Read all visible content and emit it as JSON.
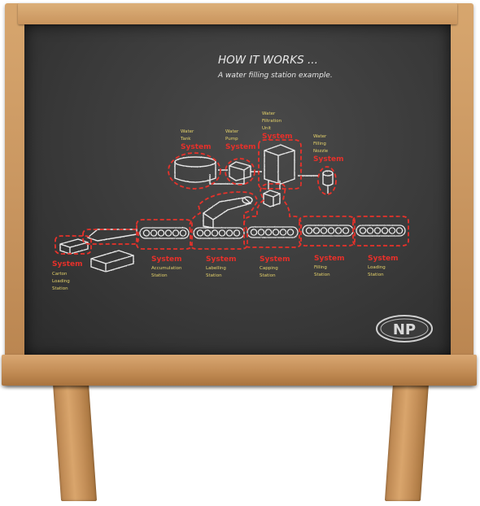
{
  "board": {
    "title": "HOW IT WORKS ...",
    "subtitle": "A water filling station example."
  },
  "colors": {
    "chalk": "#e8e8e8",
    "yellow": "#e6d36a",
    "red": "#e8302a"
  },
  "stations": [
    {
      "id": "water-tank",
      "caption": [
        "Water",
        "Tank"
      ],
      "label": "System"
    },
    {
      "id": "water-pump",
      "caption": [
        "Water",
        "Pump"
      ],
      "label": "System"
    },
    {
      "id": "water-filtration",
      "caption": [
        "Water",
        "Filtration",
        "Unit"
      ],
      "label": "System"
    },
    {
      "id": "water-filling-nozzle",
      "caption": [
        "Water",
        "Filling",
        "Nozzle"
      ],
      "label": "System"
    },
    {
      "id": "carton-loading",
      "caption": [
        "Carton",
        "Loading",
        "Station"
      ],
      "label": "System"
    },
    {
      "id": "accumulation",
      "caption": [
        "Accumulation",
        "Station"
      ],
      "label": "System"
    },
    {
      "id": "labelling",
      "caption": [
        "Labelling",
        "Station"
      ],
      "label": "System"
    },
    {
      "id": "capping",
      "caption": [
        "Capping",
        "Station"
      ],
      "label": "System"
    },
    {
      "id": "filling",
      "caption": [
        "Filling",
        "Station"
      ],
      "label": "System"
    },
    {
      "id": "loading",
      "caption": [
        "Loading",
        "Station"
      ],
      "label": "System"
    }
  ],
  "logo": {
    "text": "NP",
    "icon": "np-logo-icon"
  }
}
